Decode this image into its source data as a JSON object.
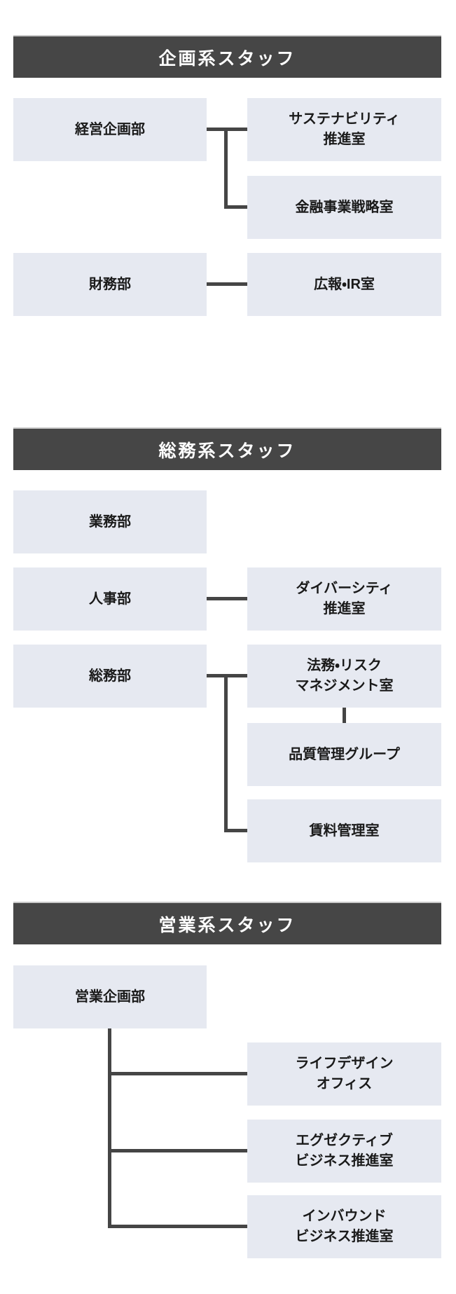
{
  "colors": {
    "header_bg": "#464646",
    "header_text": "#ffffff",
    "header_border": "#c9c9c9",
    "box_bg": "#e6e9f1",
    "box_text": "#1a1a1a",
    "line_color": "#454545"
  },
  "sections": [
    {
      "title": "企画系スタッフ",
      "nodes": [
        {
          "label": "経営企画部"
        },
        {
          "label": "サステナビリティ\n推進室"
        },
        {
          "label": "金融事業戦略室"
        },
        {
          "label": "財務部"
        },
        {
          "label": "広報・IR室"
        }
      ]
    },
    {
      "title": "総務系スタッフ",
      "nodes": [
        {
          "label": "業務部"
        },
        {
          "label": "人事部"
        },
        {
          "label": "ダイバーシティ\n推進室"
        },
        {
          "label": "総務部"
        },
        {
          "label": "法務・リスク\nマネジメント室"
        },
        {
          "label": "品質管理グループ"
        },
        {
          "label": "賃料管理室"
        }
      ]
    },
    {
      "title": "営業系スタッフ",
      "nodes": [
        {
          "label": "営業企画部"
        },
        {
          "label": "ライフデザイン\nオフィス"
        },
        {
          "label": "エグゼクティブ\nビジネス推進室"
        },
        {
          "label": "インバウンド\nビジネス推進室"
        }
      ]
    }
  ]
}
